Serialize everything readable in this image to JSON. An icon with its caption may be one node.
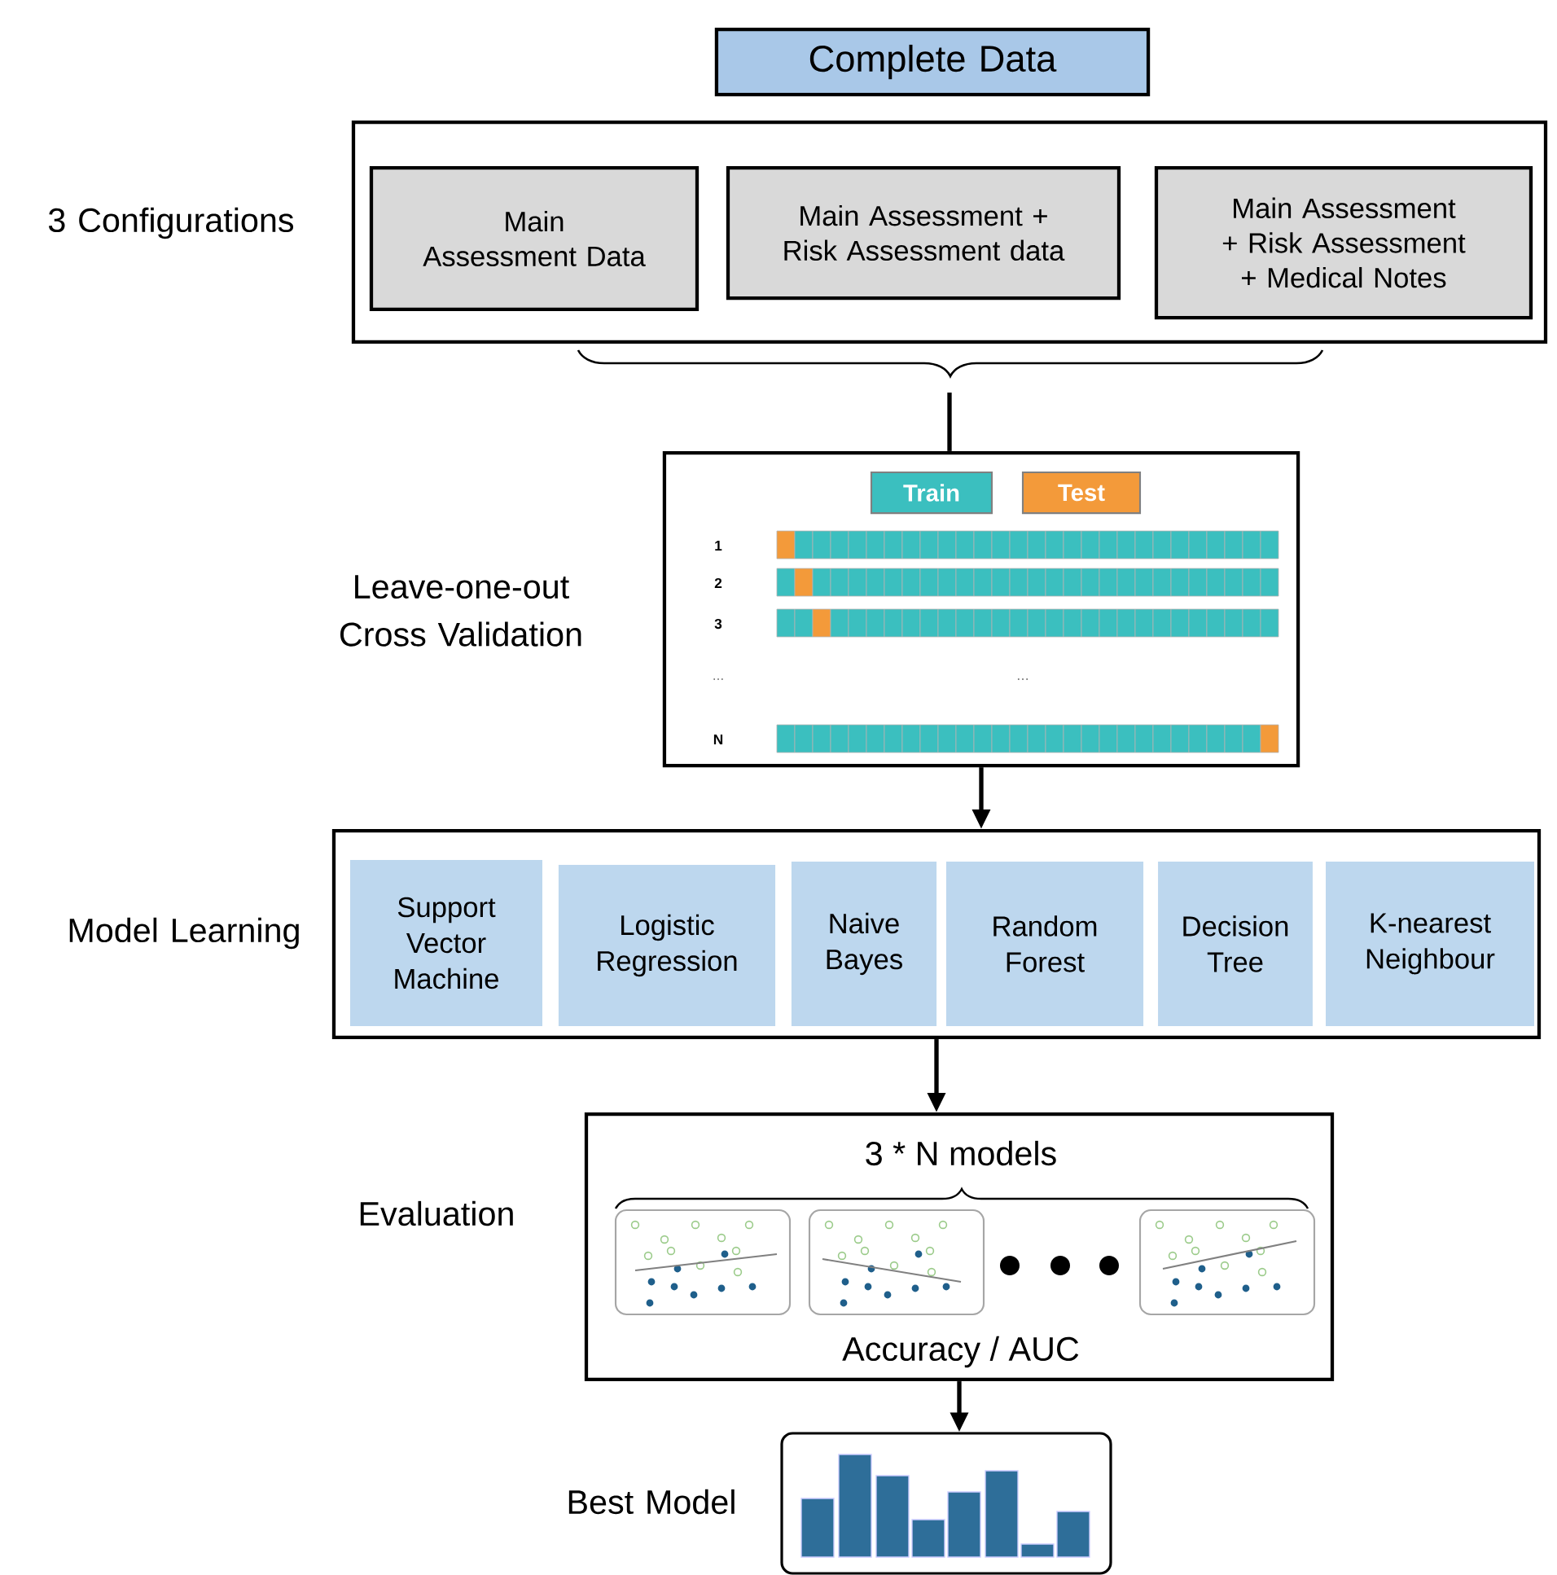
{
  "diagram": {
    "nodes": [
      {
        "text": [
          "Complete Data"
        ]
      },
      {
        "text": [
          "3 Configurations"
        ]
      },
      {
        "text": [
          "Main Assessment Data"
        ],
        "in": 1
      },
      {
        "text": [
          "Main Assessment   + Risk Assessment data"
        ],
        "in": 1
      },
      {
        "text": [
          "Main Assessment + Risk Assessment + Medical Notes"
        ],
        "in": 1
      },
      {
        "text": [
          "Leave-one-out Cross  Validation"
        ]
      },
      {
        "text": [
          "Model Learning"
        ]
      },
      {
        "text": [
          "Support Vector Machine"
        ],
        "in": 6
      },
      {
        "text": [
          "Logistic Regression"
        ],
        "in": 6
      },
      {
        "text": [
          "Naive Bayes"
        ],
        "in": 6
      },
      {
        "text": [
          "Random Forest"
        ],
        "in": 6
      },
      {
        "text": [
          "Decision Tree"
        ],
        "in": 6
      },
      {
        "text": [
          "K-nearest Neighbour"
        ],
        "in": 6
      },
      {
        "text": [
          "Evaluation",
          "3 * N models",
          "Accuracy / AUC"
        ]
      },
      {
        "text": [
          "Best Model"
        ]
      }
    ],
    "edges": [
      {
        "from": 1,
        "to": 5,
        "arrow": "none"
      },
      {
        "from": 5,
        "to": 6,
        "arrow": "to"
      },
      {
        "from": 6,
        "to": 13,
        "arrow": "to"
      },
      {
        "from": 13,
        "to": 14,
        "arrow": "to"
      }
    ],
    "labels": [
      "1",
      "2",
      "3",
      "...",
      "N",
      "..."
    ],
    "legend": [
      {
        "text": "Train",
        "color": "#3bbfbf"
      },
      {
        "text": "Test",
        "color": "#f39a3a"
      }
    ]
  }
}
